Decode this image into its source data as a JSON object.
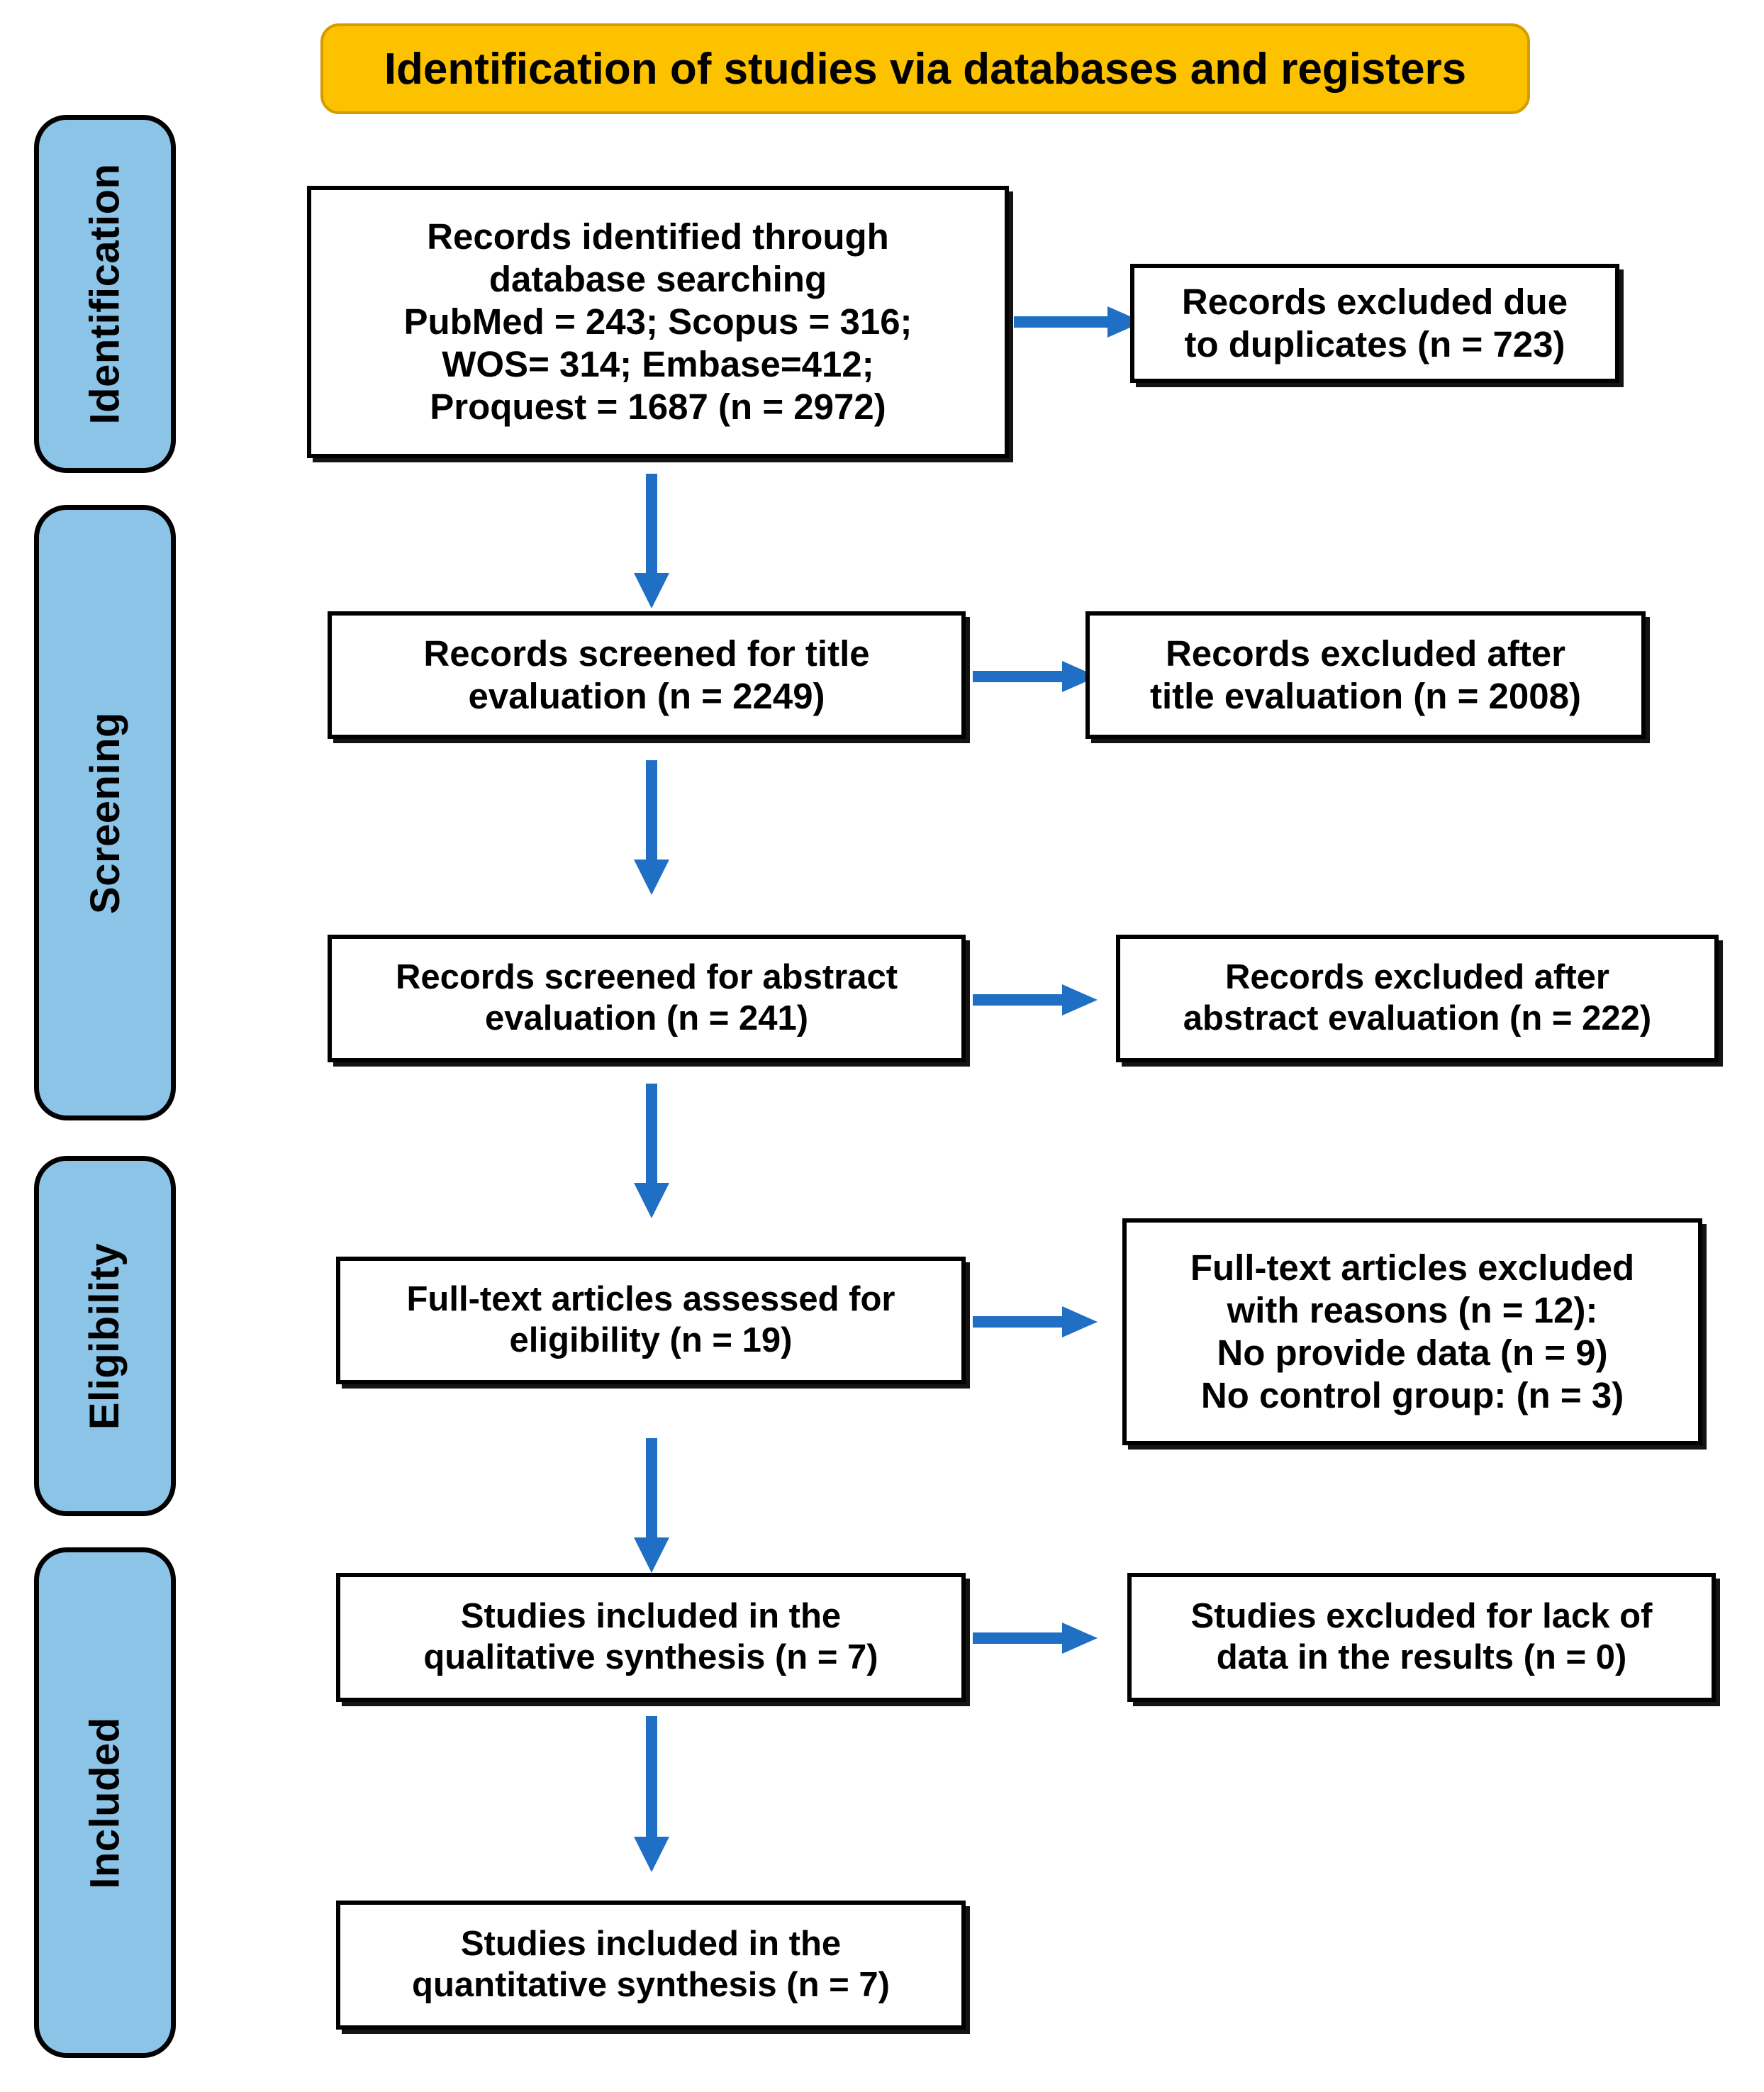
{
  "banner": {
    "title": "Identification of studies via databases and registers",
    "background_color": "#FCC200"
  },
  "stages": [
    {
      "id": "identification",
      "label": "Identification"
    },
    {
      "id": "screening",
      "label": "Screening"
    },
    {
      "id": "eligibility",
      "label": "Eligibility"
    },
    {
      "id": "included",
      "label": "Included"
    }
  ],
  "stage_color": "#8CC4E8",
  "arrow_color": "#1F6FC4",
  "boxes": {
    "identified": {
      "lines": [
        "Records identified through",
        "database searching",
        "PubMed = 243; Scopus = 316;",
        "WOS= 314; Embase=412;",
        "Proquest = 1687 (n = 2972)"
      ]
    },
    "excluded_duplicates": {
      "lines": [
        "Records excluded due",
        "to duplicates (n = 723)"
      ]
    },
    "screened_title": {
      "lines": [
        "Records screened for title",
        "evaluation (n = 2249)"
      ]
    },
    "excluded_title": {
      "lines": [
        "Records excluded after",
        "title evaluation (n = 2008)"
      ]
    },
    "screened_abstract": {
      "lines": [
        "Records screened for abstract",
        "evaluation (n = 241)"
      ]
    },
    "excluded_abstract": {
      "lines": [
        "Records excluded after",
        "abstract evaluation (n = 222)"
      ]
    },
    "fulltext_assessed": {
      "lines": [
        "Full-text articles assessed for",
        "eligibility (n = 19)"
      ]
    },
    "fulltext_excluded": {
      "lines": [
        "Full-text articles excluded",
        "with reasons (n = 12):",
        "No provide data (n = 9)",
        "No control group: (n = 3)"
      ]
    },
    "qualitative_included": {
      "lines": [
        "Studies included in the",
        "qualitative synthesis (n = 7)"
      ]
    },
    "excluded_lack_data": {
      "lines": [
        "Studies excluded for lack of",
        "data in the results (n = 0)"
      ]
    },
    "quantitative_included": {
      "lines": [
        "Studies included in the",
        "quantitative synthesis (n = 7)"
      ]
    }
  }
}
